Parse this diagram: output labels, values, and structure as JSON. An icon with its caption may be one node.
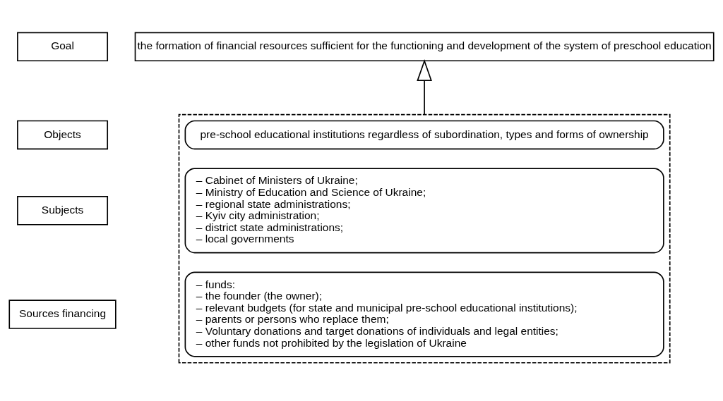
{
  "diagram": {
    "nodes": [
      {
        "text": [
          "Goal"
        ]
      },
      {
        "text": [
          "the formation of financial resources sufficient for the functioning and development of the system of preschool education"
        ]
      },
      {
        "text": [],
        "shape": "box"
      },
      {
        "text": [
          "Objects"
        ]
      },
      {
        "text": [
          "pre-school educational institutions regardless of subordination, types and forms of ownership"
        ],
        "in": 2
      },
      {
        "text": [
          "Subjects"
        ]
      },
      {
        "text": [
          "– Cabinet of Ministers of Ukraine;",
          "– Ministry of Education and Science of Ukraine;",
          "– regional state administrations;",
          "– Kyiv city administration;",
          "– district state administrations;",
          "– local governments"
        ],
        "in": 2
      },
      {
        "text": [
          "Sources financing"
        ]
      },
      {
        "text": [
          "– funds:",
          "– the founder (the owner);",
          "– relevant budgets (for state and municipal pre-school educational institutions);",
          "– parents or persons who replace them;",
          "– Voluntary donations and target donations of individuals and legal entities;",
          "– other funds not prohibited by the legislation of Ukraine"
        ],
        "in": 2
      }
    ],
    "edges": [
      {
        "from": 2,
        "to": 1,
        "arrow": "to"
      }
    ]
  }
}
